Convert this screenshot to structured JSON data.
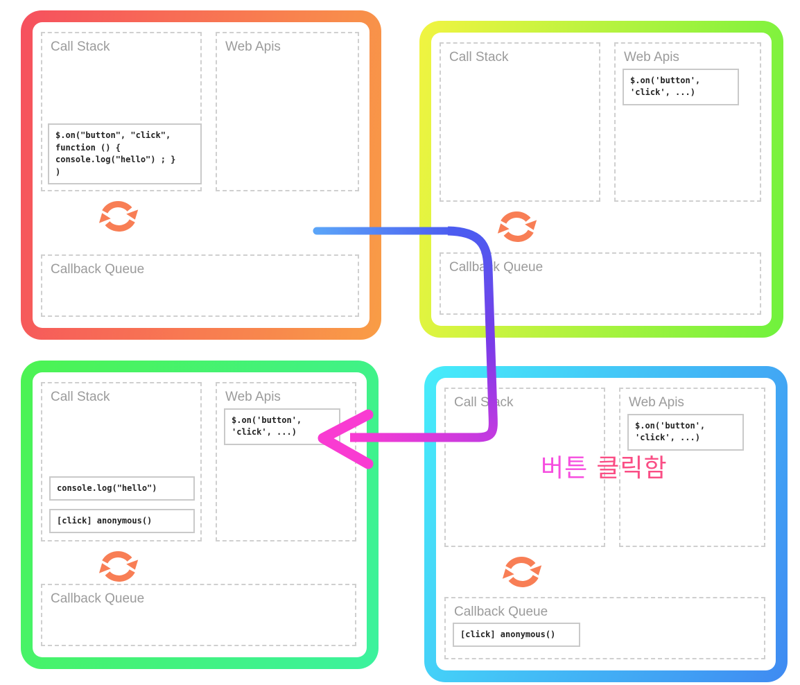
{
  "labels": {
    "call_stack": "Call Stack",
    "web_apis": "Web Apis",
    "callback_queue": "Callback Queue"
  },
  "panels": [
    {
      "name": "step-1",
      "border_colors": [
        "#F6505E",
        "#F99D46"
      ],
      "call_stack_code": "$.on(\"button\", \"click\",\nfunction () {\nconsole.log(\"hello\") ; }\n)"
    },
    {
      "name": "step-2",
      "border_colors": [
        "#F1F441",
        "#6FF23D"
      ],
      "web_apis_code": "$.on('button',\n'click', ...)"
    },
    {
      "name": "step-3",
      "border_colors": [
        "#4CF352",
        "#3BF29E"
      ],
      "web_apis_code": "$.on('button',\n'click', ...)",
      "call_stack_code_1": "console.log(\"hello\")",
      "call_stack_code_2": "[click] anonymous()"
    },
    {
      "name": "step-4",
      "border_colors": [
        "#47EDFA",
        "#3F8AF2"
      ],
      "web_apis_code": "$.on('button',\n'click', ...)",
      "callback_queue_code": "[click] anonymous()"
    }
  ],
  "annotation": {
    "part1": "버튼",
    "part2": "클릭함"
  },
  "icon_colors": {
    "event_loop": "#F87E55"
  },
  "arrow_colors": {
    "start_blue": "#5BA4F8",
    "corner_indigo": "#4C5CF0",
    "mid_violet": "#7B3BE8",
    "bottom_purple": "#C43AE0",
    "end_magenta": "#F93BD2"
  }
}
